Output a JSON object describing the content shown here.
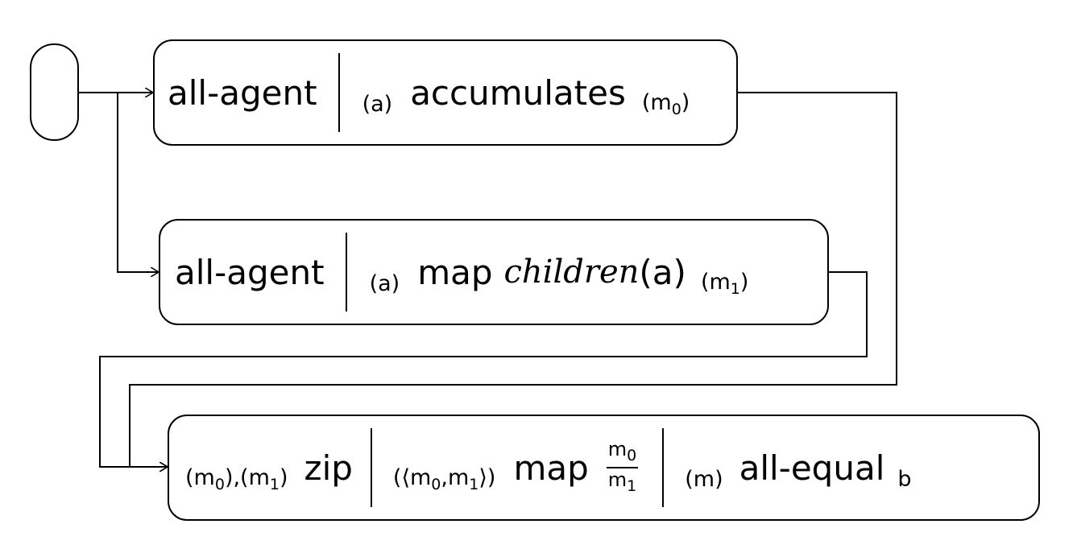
{
  "stage1": {
    "op": "all-agent",
    "input_var": "(a)",
    "func": "accumulates",
    "output_var": "(m",
    "output_sub": "0",
    "output_close": ")"
  },
  "stage2": {
    "op": "all-agent",
    "input_var": "(a)",
    "func": "map",
    "func_arg_name": "children",
    "func_arg": "(a)",
    "output_var": "(m",
    "output_sub": "1",
    "output_close": ")"
  },
  "stage3": {
    "zip_in_a": "(m",
    "zip_in_a_sub": "0",
    "zip_in_sep": "),(m",
    "zip_in_b_sub": "1",
    "zip_in_close": ")",
    "zip_op": "zip",
    "map_in_open": "(⟨m",
    "map_in_sub0": "0",
    "map_in_mid": ",m",
    "map_in_sub1": "1",
    "map_in_close": "⟩)",
    "map_op": "map",
    "frac_num": "m",
    "frac_num_sub": "0",
    "frac_den": "m",
    "frac_den_sub": "1",
    "eq_in": "(m)",
    "eq_op": "all-equal",
    "eq_out": "b"
  }
}
